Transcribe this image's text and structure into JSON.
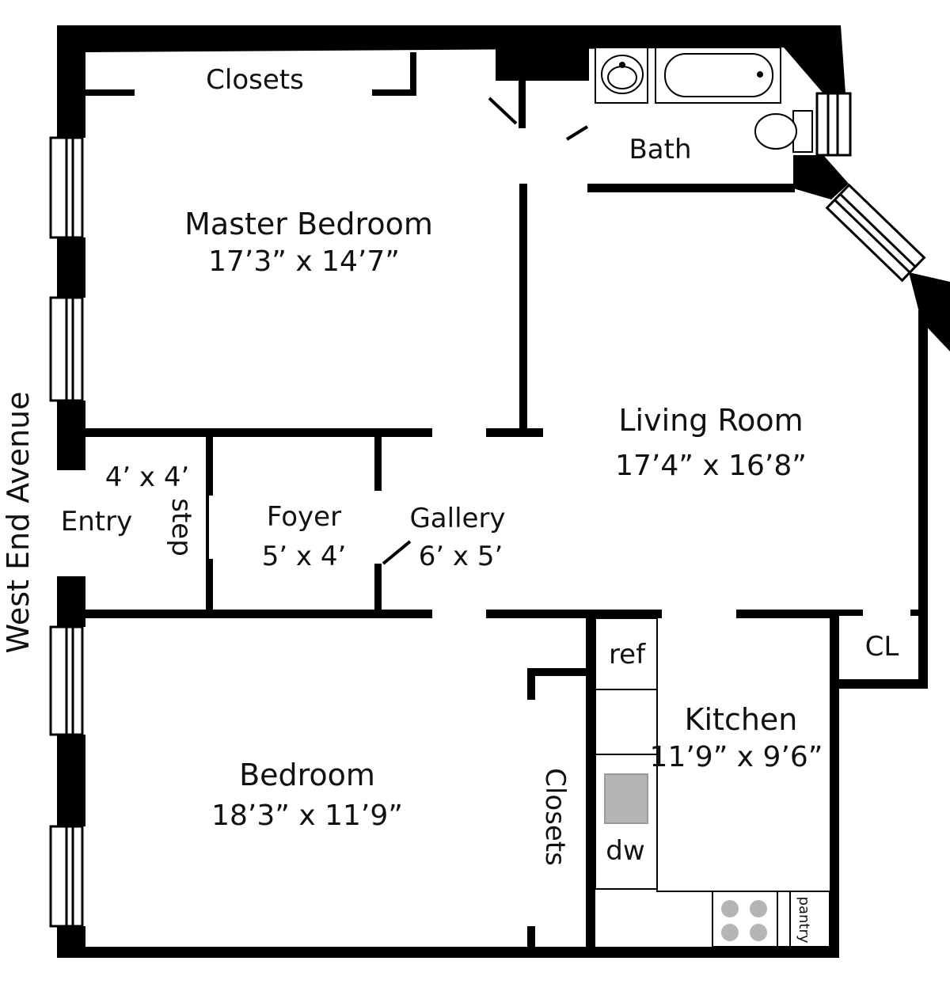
{
  "street": "West End Avenue",
  "rooms": {
    "master_bedroom": {
      "name": "Master Bedroom",
      "dims": "17’3” x 14’7”"
    },
    "living_room": {
      "name": "Living Room",
      "dims": "17’4” x 16’8”"
    },
    "bedroom": {
      "name": "Bedroom",
      "dims": "18’3” x 11’9”"
    },
    "kitchen": {
      "name": "Kitchen",
      "dims": "11’9” x 9’6”"
    },
    "foyer": {
      "name": "Foyer",
      "dims": "5’ x 4’"
    },
    "gallery": {
      "name": "Gallery",
      "dims": "6’ x 5’"
    },
    "entry": {
      "name": "Entry",
      "dims": "4’ x 4’"
    },
    "bath": {
      "name": "Bath"
    }
  },
  "labels": {
    "closets_top": "Closets",
    "closets_bedroom": "Closets",
    "step": "step",
    "cl": "CL",
    "ref": "ref",
    "dw": "dw",
    "pantry": "pantry"
  },
  "colors": {
    "wall": "#000000",
    "appliance": "#b5b5b5",
    "background": "#ffffff"
  }
}
